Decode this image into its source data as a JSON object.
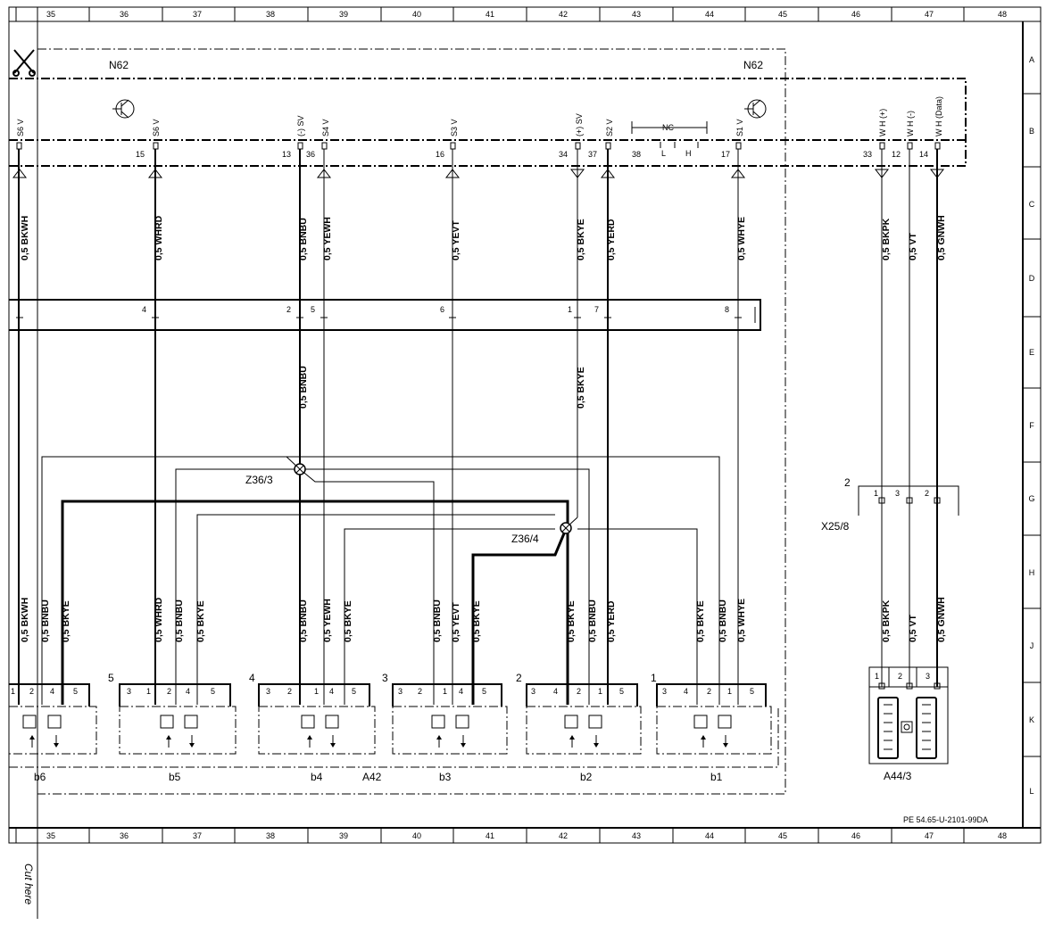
{
  "grid": {
    "columns": [
      "35",
      "36",
      "37",
      "38",
      "39",
      "40",
      "41",
      "42",
      "43",
      "44",
      "45",
      "46",
      "47",
      "48"
    ],
    "rows": [
      "A",
      "B",
      "C",
      "D",
      "E",
      "F",
      "G",
      "H",
      "J",
      "K",
      "L"
    ]
  },
  "labels": {
    "n62_left": "N62",
    "n62_right": "N62",
    "nc": "NC",
    "nc_l": "L",
    "nc_h": "H",
    "z36_3": "Z36/3",
    "z36_4": "Z36/4",
    "x25_8": "X25/8",
    "x25_8_num": "2",
    "a42": "A42",
    "a44_3": "A44/3",
    "ref": "PE 54.65-U-2101-99DA",
    "cut_here": "Cut here"
  },
  "top_signals": [
    {
      "label": "S6 V",
      "pin": ""
    },
    {
      "label": "S6 V",
      "pin": "15"
    },
    {
      "label": "(-) SV",
      "pin": "13"
    },
    {
      "label": "S4 V",
      "pin": "36"
    },
    {
      "label": "S3 V",
      "pin": "16"
    },
    {
      "label": "(+) SV",
      "pin": "34"
    },
    {
      "label": "S2 V",
      "pin": "37"
    },
    {
      "label": "",
      "pin": "38"
    },
    {
      "label": "S1 V",
      "pin": "17"
    },
    {
      "label": "W H (+)",
      "pin": "33"
    },
    {
      "label": "W H (-)",
      "pin": "12"
    },
    {
      "label": "W H (Data)",
      "pin": "14"
    }
  ],
  "upper_wires": [
    "0,5 BKWH",
    "0,5 WHRD",
    "0,5 BNBU",
    "0,5 YEWH",
    "0,5 YEVT",
    "0,5 BKYE",
    "0,5 YERD",
    "0,5 WHYE",
    "0,5 BKPK",
    "0,5 VT",
    "0,5 GNWH"
  ],
  "connector_pins": [
    "4",
    "2",
    "5",
    "6",
    "1",
    "7",
    "8"
  ],
  "mid_wires": [
    "0,5 BNBU",
    "0,5 BKYE"
  ],
  "x25_pins": [
    "1",
    "3",
    "2"
  ],
  "lower_wires": [
    "0,5 BKWH",
    "0,5 BNBU",
    "0,5 BKYE",
    "0,5 WHRD",
    "0,5 BNBU",
    "0,5 BKYE",
    "0,5 BNBU",
    "0,5 YEWH",
    "0,5 BKYE",
    "0,5 BNBU",
    "0,5 YEVT",
    "0,5 BKYE",
    "0,5 BKYE",
    "0,5 BNBU",
    "0,5 YERD",
    "0,5 BKYE",
    "0,5 BNBU",
    "0,5 WHYE",
    "0,5 BKPK",
    "0,5 VT",
    "0,5 GNWH"
  ],
  "sensors": [
    {
      "name": "b6",
      "num": "",
      "pins": [
        "1",
        "2",
        "4",
        "5"
      ]
    },
    {
      "name": "b5",
      "num": "5",
      "pins": [
        "3",
        "1",
        "2",
        "4",
        "5"
      ]
    },
    {
      "name": "b4",
      "num": "4",
      "pins": [
        "3",
        "2",
        "1",
        "4",
        "5"
      ]
    },
    {
      "name": "b3",
      "num": "3",
      "pins": [
        "3",
        "2",
        "1",
        "4",
        "5"
      ]
    },
    {
      "name": "b2",
      "num": "2",
      "pins": [
        "3",
        "4",
        "2",
        "1",
        "5"
      ]
    },
    {
      "name": "b1",
      "num": "1",
      "pins": [
        "3",
        "4",
        "2",
        "1",
        "5"
      ]
    }
  ],
  "a44_pins": [
    "1",
    "2",
    "3"
  ]
}
